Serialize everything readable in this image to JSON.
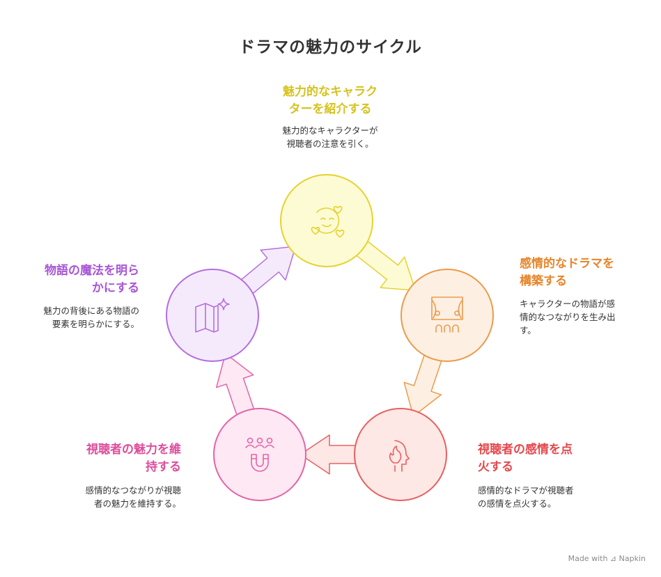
{
  "title": "ドラマの魅力のサイクル",
  "footer": {
    "made_with": "Made with",
    "brand": "Napkin"
  },
  "steps": [
    {
      "heading_lines": [
        "魅力的なキャラク",
        "ターを紹介する"
      ],
      "desc_lines": [
        "魅力的なキャラクターが",
        "視聴者の注意を引く。"
      ],
      "color": "#d6c21e",
      "fill": "#fdfbd4",
      "stroke": "#e6d22f",
      "icon": "smiling-face-with-hearts-icon"
    },
    {
      "heading_lines": [
        "感情的なドラマを",
        "構築する"
      ],
      "desc_lines": [
        "キャラクターの物語が感",
        "情的なつながりを生み出",
        "す。"
      ],
      "color": "#e6852a",
      "fill": "#fdf0e2",
      "stroke": "#ec9a4c",
      "icon": "theater-stage-curtains-icon"
    },
    {
      "heading_lines": [
        "視聴者の感情を点",
        "火する"
      ],
      "desc_lines": [
        "感情的なドラマが視聴者",
        "の感情を点火する。"
      ],
      "color": "#e5484d",
      "fill": "#fde8e6",
      "stroke": "#e8605f",
      "icon": "head-with-flame-icon"
    },
    {
      "heading_lines": [
        "視聴者の魅力を維",
        "持する"
      ],
      "desc_lines": [
        "感情的なつながりが視聴",
        "者の魅力を維持する。"
      ],
      "color": "#dd4d9b",
      "fill": "#fde8f3",
      "stroke": "#e364a8",
      "icon": "audience-magnet-icon"
    },
    {
      "heading_lines": [
        "物語の魔法を明ら",
        "かにする"
      ],
      "desc_lines": [
        "魅力の背後にある物語の",
        "要素を明らかにする。"
      ],
      "color": "#a855d6",
      "fill": "#f5eafc",
      "stroke": "#b46ee0",
      "icon": "map-with-sparkle-icon"
    }
  ]
}
